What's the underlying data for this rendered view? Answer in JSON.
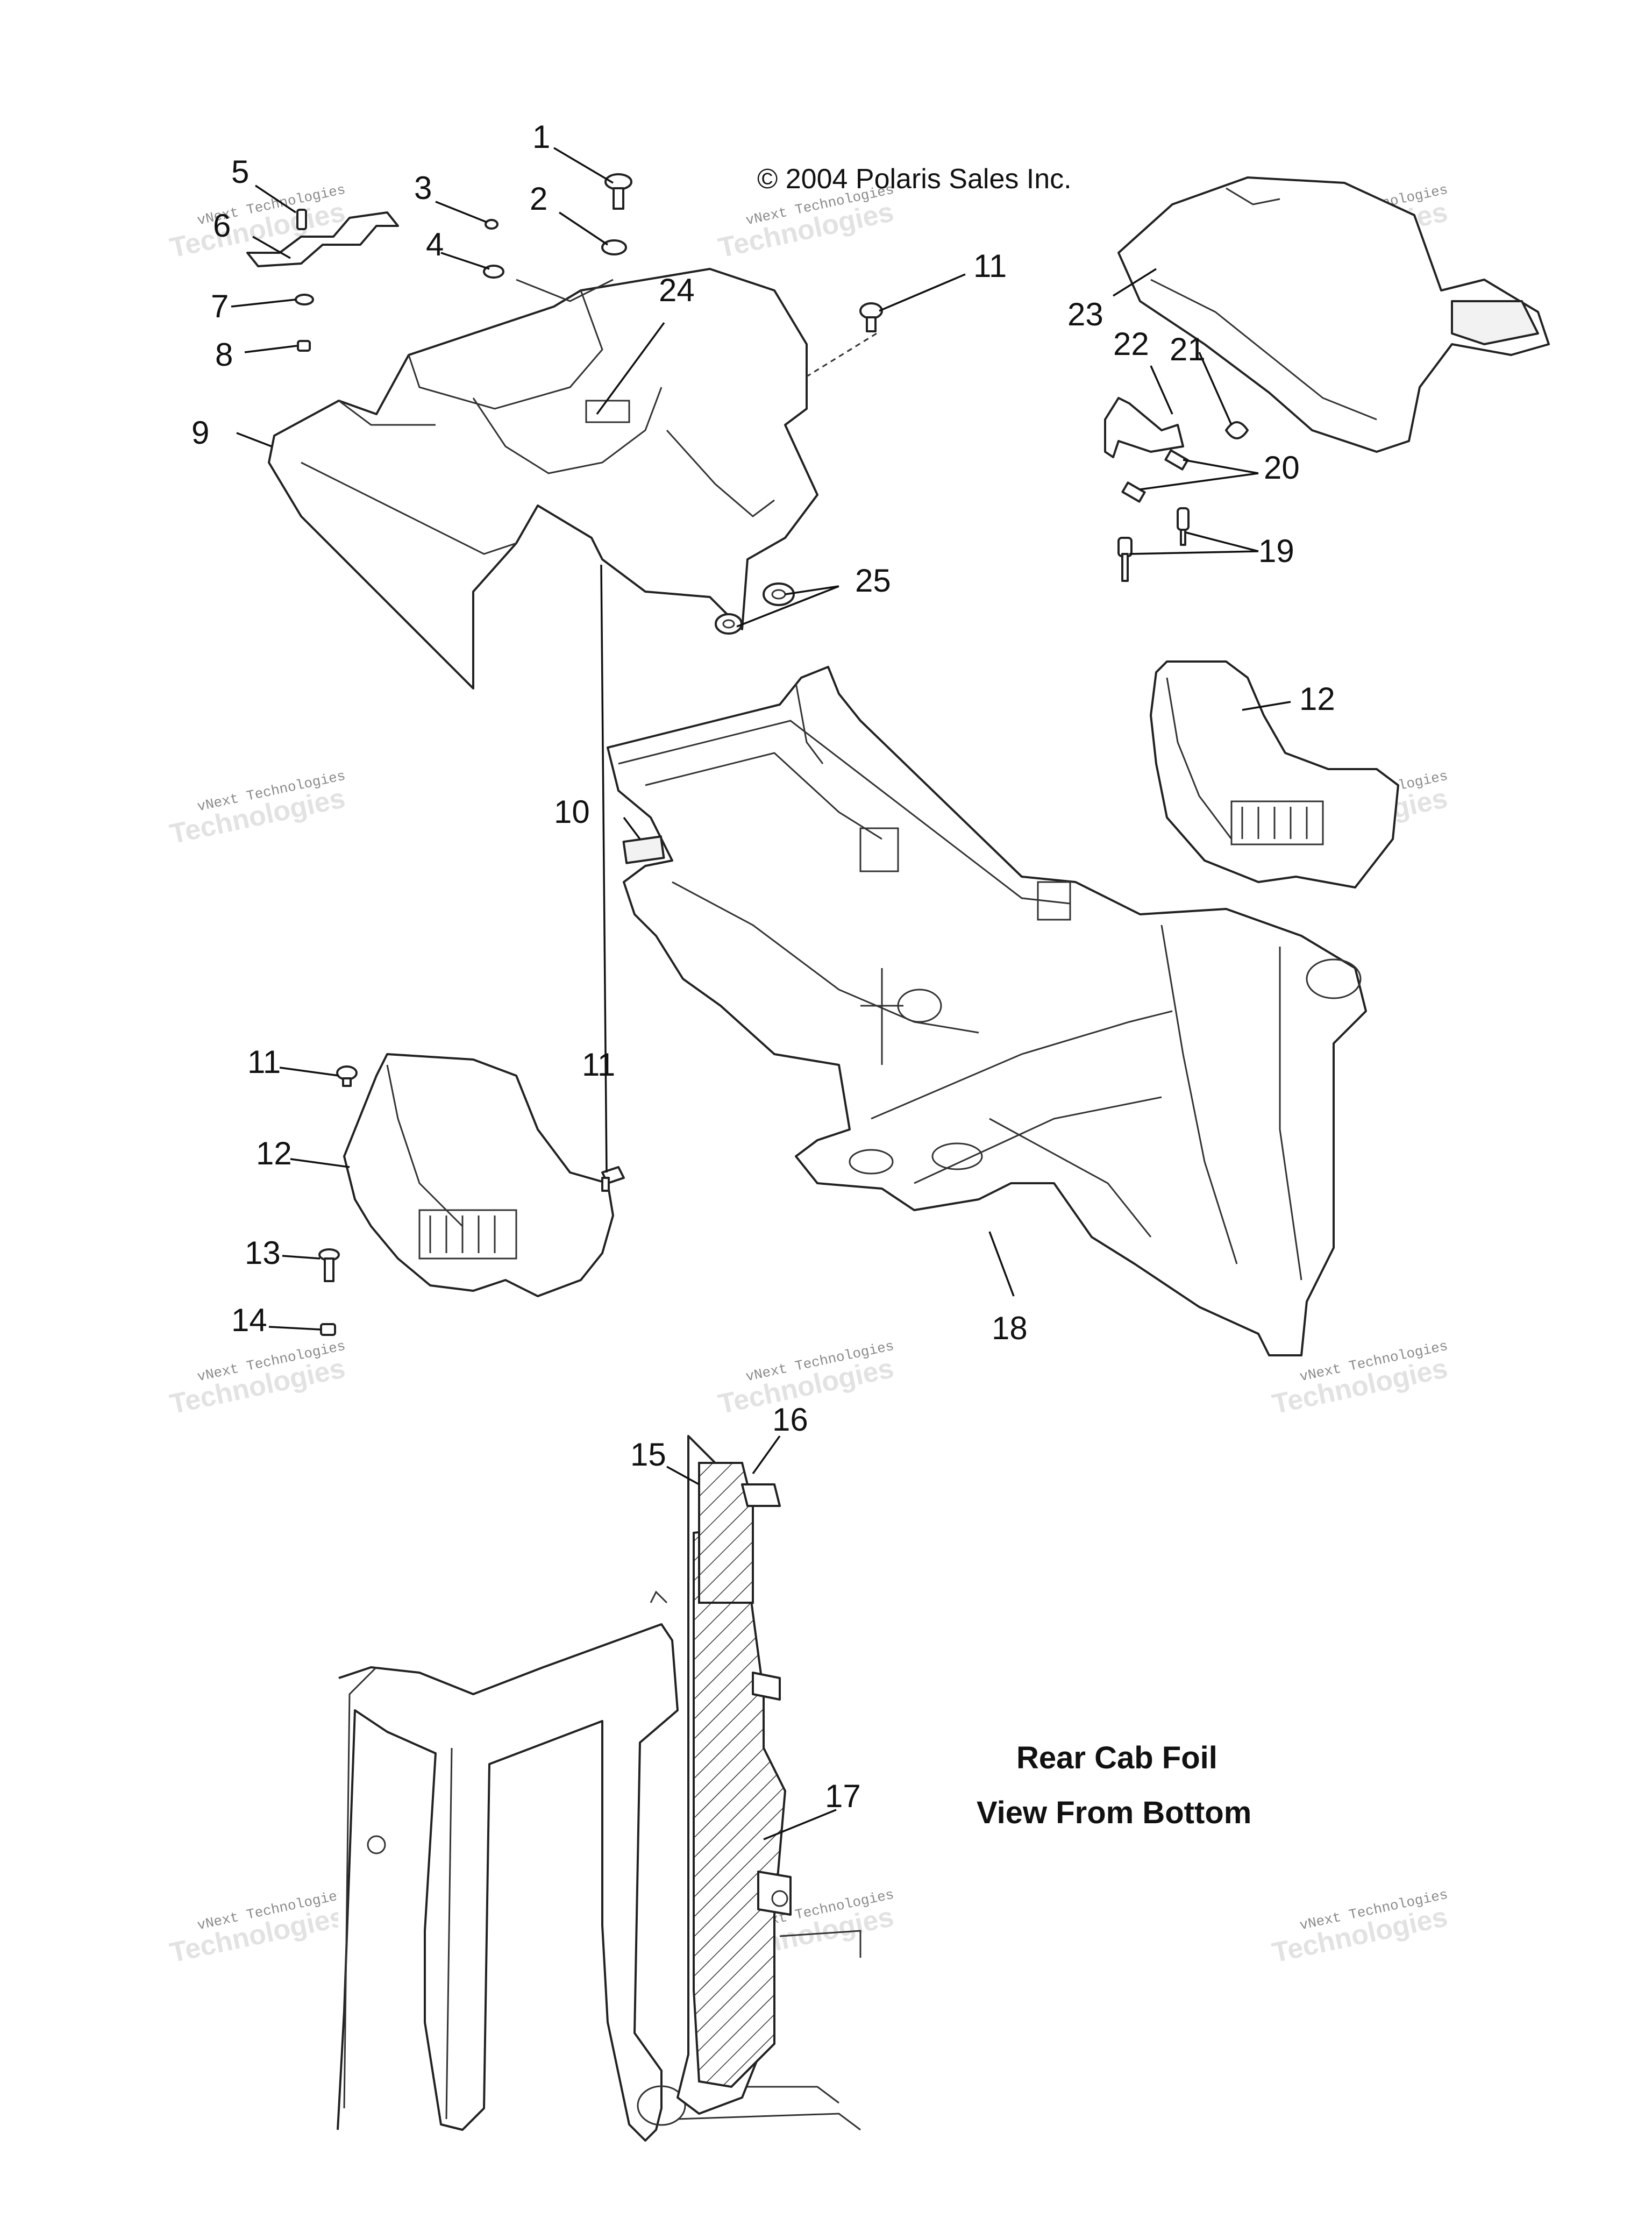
{
  "copyright": "© 2004 Polaris Sales Inc.",
  "caption": {
    "line1": "Rear Cab Foil",
    "line2": "View From Bottom"
  },
  "watermark": {
    "line1": "vNext Technologies",
    "line2": "Technologies"
  },
  "callouts": {
    "c1": "1",
    "c2": "2",
    "c3": "3",
    "c4": "4",
    "c5": "5",
    "c6": "6",
    "c7": "7",
    "c8": "8",
    "c9": "9",
    "c10": "10",
    "c11a": "11",
    "c11b": "11",
    "c11c": "11",
    "c12a": "12",
    "c12b": "12",
    "c13": "13",
    "c14": "14",
    "c15": "15",
    "c16": "16",
    "c17": "17",
    "c18": "18",
    "c19": "19",
    "c20": "20",
    "c21": "21",
    "c22": "22",
    "c23": "23",
    "c24": "24",
    "c25": "25"
  }
}
